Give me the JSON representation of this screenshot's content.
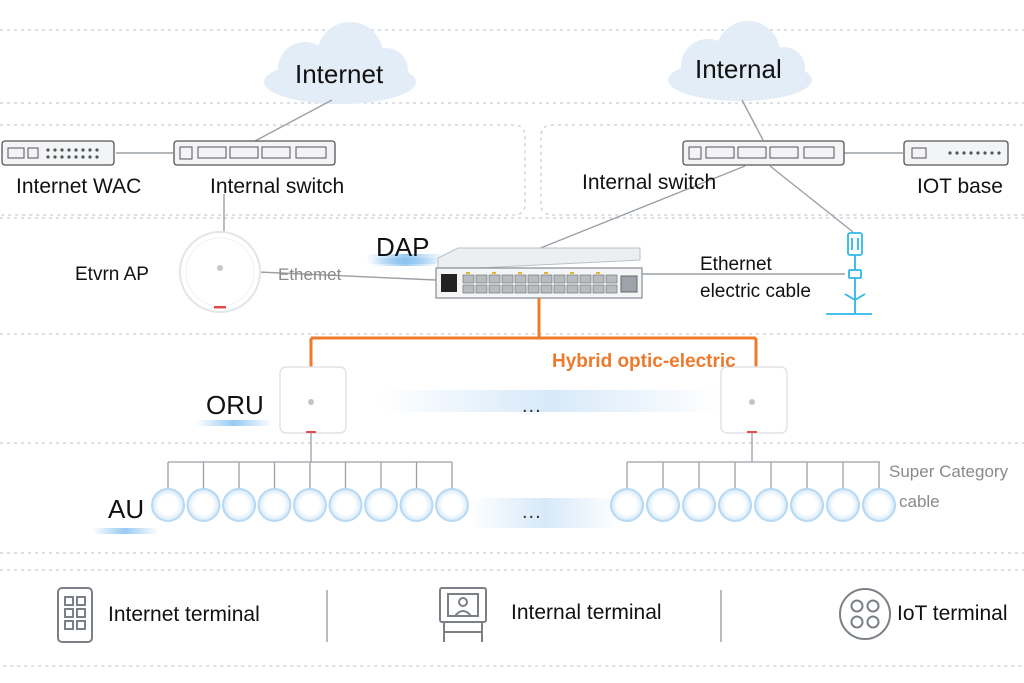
{
  "clouds": {
    "left": "Internet",
    "right": "Internal"
  },
  "devices": {
    "wac": "Internet WAC",
    "switch_left": "Internal switch",
    "switch_right": "Internal switch",
    "iot_base": "IOT base",
    "ap": "Etvrn AP",
    "dap": "DAP"
  },
  "cables": {
    "ethernet": "Ethemet",
    "ethernet_electric_1": "Ethernet",
    "ethernet_electric_2": "electric  cable",
    "hybrid": "Hybrid optic-electric",
    "super_category_1": "Super Category",
    "super_category_2": "cable"
  },
  "tiers": {
    "oru": "ORU",
    "au": "AU",
    "ellipsis": "..."
  },
  "terminals": [
    {
      "label": "Internet terminal",
      "icon": "tablet-icon"
    },
    {
      "label": "Internal terminal",
      "icon": "display-terminal-icon"
    },
    {
      "label": "IoT terminal",
      "icon": "iot-icon"
    }
  ],
  "colors": {
    "hybrid_cable": "#ee7a2c",
    "au_ring": "#b7d9f3",
    "iot_cable": "#2eb7e6",
    "dashed_border": "#c8ccd2"
  }
}
